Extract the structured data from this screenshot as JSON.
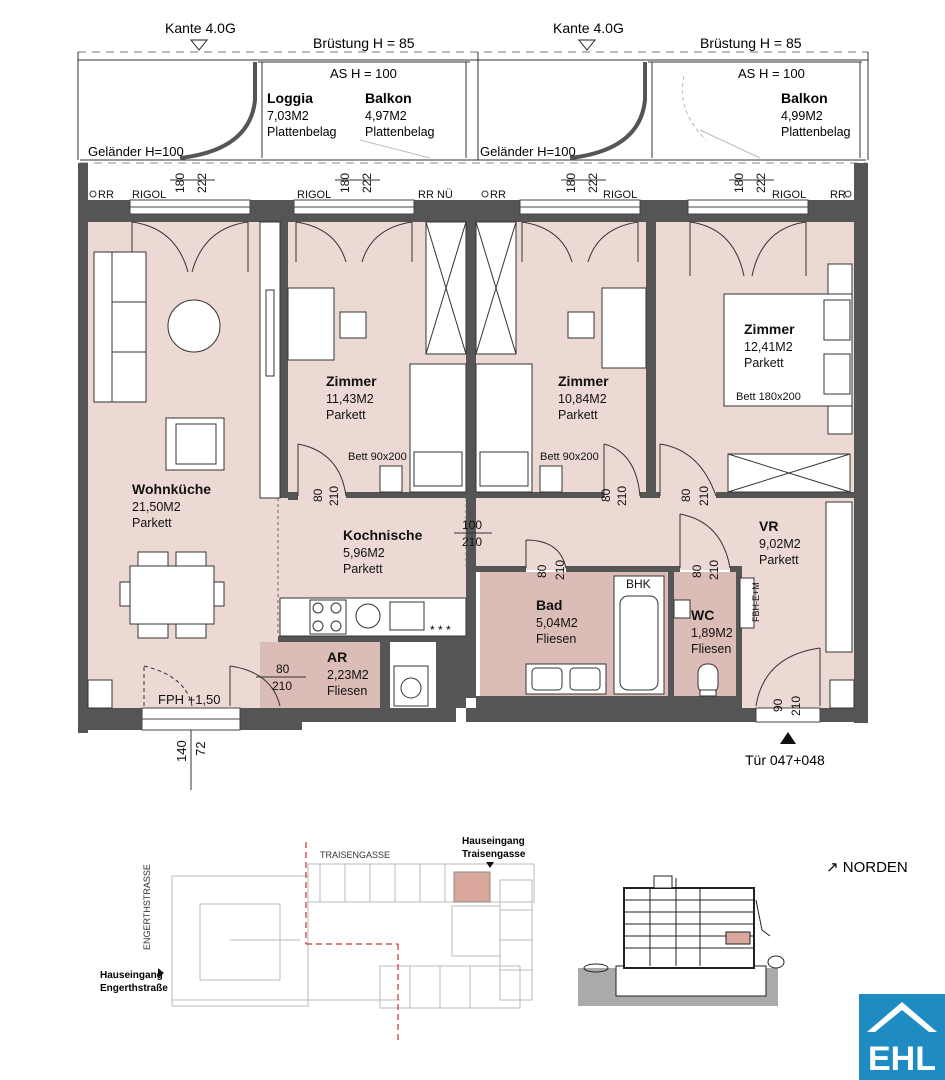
{
  "top_labels": {
    "kante_left": "Kante 4.0G",
    "kante_right": "Kante 4.0G",
    "bruestung_left": "Brüstung H = 85",
    "bruestung_right": "Brüstung H = 85",
    "as_left": "AS H = 100",
    "as_right": "AS H = 100",
    "gelaender_left": "Geländer H=100",
    "gelaender_right": "Geländer H=100"
  },
  "outdoor_areas": [
    {
      "name": "Loggia",
      "area": "7,03M2",
      "floor": "Plattenbelag"
    },
    {
      "name": "Balkon",
      "area": "4,97M2",
      "floor": "Plattenbelag"
    },
    {
      "name": "Balkon",
      "area": "4,99M2",
      "floor": "Plattenbelag"
    }
  ],
  "rooms": [
    {
      "name": "Wohnküche",
      "area": "21,50M2",
      "floor": "Parkett"
    },
    {
      "name": "Zimmer",
      "area": "11,43M2",
      "floor": "Parkett"
    },
    {
      "name": "Zimmer",
      "area": "10,84M2",
      "floor": "Parkett"
    },
    {
      "name": "Zimmer",
      "area": "12,41M2",
      "floor": "Parkett"
    },
    {
      "name": "Kochnische",
      "area": "5,96M2",
      "floor": "Parkett"
    },
    {
      "name": "VR",
      "area": "9,02M2",
      "floor": "Parkett"
    },
    {
      "name": "Bad",
      "area": "5,04M2",
      "floor": "Fliesen"
    },
    {
      "name": "WC",
      "area": "1,89M2",
      "floor": "Fliesen"
    },
    {
      "name": "AR",
      "area": "2,23M2",
      "floor": "Fliesen"
    }
  ],
  "wall_labels": {
    "rr": "RR",
    "rigol": "RIGOL",
    "rr_nue": "RR NÜ",
    "rr_right": "RR",
    "bhk": "BHK",
    "fbh": "FBH-E+M",
    "fph": "FPH +1,50",
    "bed1": "Bett 90x200",
    "bed2": "Bett 90x200",
    "bed3": "Bett 180x200",
    "stove_marks": "* * *"
  },
  "dimensions": {
    "d180": "180",
    "d222": "222",
    "d80": "80",
    "d210": "210",
    "d100": "100",
    "d90": "90",
    "d140": "140",
    "d72": "72"
  },
  "door_label": "Tür 047+048",
  "site": {
    "north": "↗ NORDEN",
    "street_top": "TRAISENGASSE",
    "street_left": "ENGERTHSTRASSE",
    "entrance_top_1": "Hauseingang",
    "entrance_top_2": "Traisengasse",
    "entrance_left_1": "Hauseingang",
    "entrance_left_2": "Engerthstraße"
  },
  "logo": {
    "text": "EHL",
    "color": "#1e8bc3"
  },
  "colors": {
    "room_fill": "#ecd9d4",
    "wet_fill": "#dcbcb6",
    "wall": "#555555",
    "highlight": "#d9a79c"
  }
}
